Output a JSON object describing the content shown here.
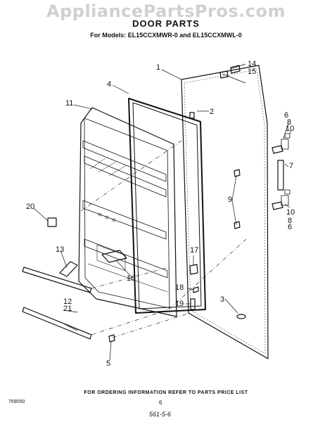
{
  "watermark": "AppliancePartsPros.com",
  "title": "DOOR PARTS",
  "subtitle": "For Models: EL15CCXMWR-0 and EL15CCXMWL-0",
  "callouts": {
    "c1": "1",
    "c2": "2",
    "c3": "3",
    "c4": "4",
    "c5": "5",
    "c6a": "6",
    "c6b": "6",
    "c7": "7",
    "c8a": "8",
    "c8b": "8",
    "c9": "9",
    "c10a": "10",
    "c10b": "10",
    "c11": "11",
    "c12": "12",
    "c13": "13",
    "c14": "14",
    "c15": "15",
    "c16": "16",
    "c17": "17",
    "c18": "18",
    "c19": "19",
    "c20": "20",
    "c21": "21"
  },
  "footer": {
    "note": "FOR ORDERING INFORMATION REFER TO PARTS PRICE LIST",
    "doc_number": "769050",
    "page_number": "6",
    "page_code": "561-5-6"
  }
}
